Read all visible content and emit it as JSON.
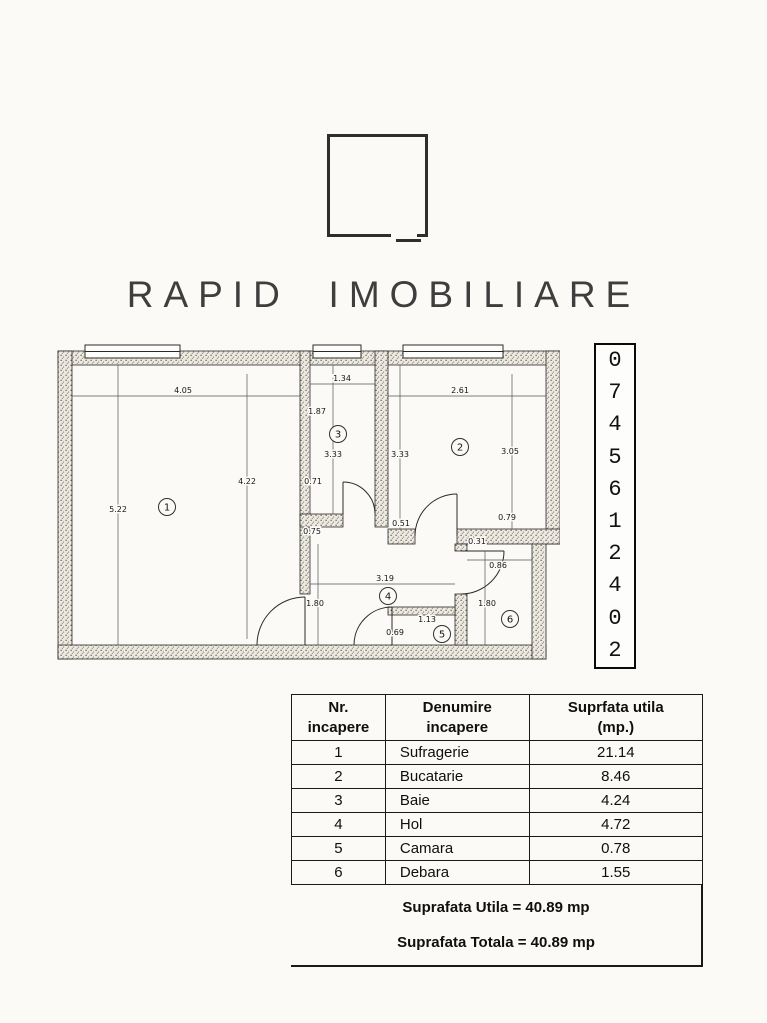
{
  "brand": {
    "title": "RAPID IMOBILIARE"
  },
  "phone": {
    "digits": [
      "0",
      "7",
      "4",
      "5",
      "6",
      "1",
      "2",
      "4",
      "0",
      "2"
    ]
  },
  "colors": {
    "ink": "#2a2a2a",
    "paper": "#fbfaf6"
  },
  "plan": {
    "room_numbers": [
      "1",
      "2",
      "3",
      "4",
      "5",
      "6"
    ],
    "dims": {
      "sufragerie_width": "4.05",
      "sufragerie_height": "5.22",
      "sufragerie_inner_height": "4.22",
      "baie_width": "1.34",
      "baie_upper_height": "1.87",
      "baie_height": "3.33",
      "bucatarie_width": "2.61",
      "bucatarie_left_height": "3.33",
      "bucatarie_right_height": "3.05",
      "kitchen_door_offset": "0.79",
      "niche_a": "0.71",
      "niche_b": "0.75",
      "niche_c": "0.51",
      "hol_width": "3.19",
      "hol_height": "1.80",
      "debara_height": "1.80",
      "debara_width": "0.86",
      "wall_offset": "0.31",
      "camara_width": "1.13",
      "camara_height": "0.69"
    }
  },
  "table": {
    "headers": [
      "Nr.\nincapere",
      "Denumire\nincapere",
      "Suprfata utila\n(mp.)"
    ],
    "rows": [
      {
        "nr": "1",
        "name": "Sufragerie",
        "area": "21.14"
      },
      {
        "nr": "2",
        "name": "Bucatarie",
        "area": "8.46"
      },
      {
        "nr": "3",
        "name": "Baie",
        "area": "4.24"
      },
      {
        "nr": "4",
        "name": "Hol",
        "area": "4.72"
      },
      {
        "nr": "5",
        "name": "Camara",
        "area": "0.78"
      },
      {
        "nr": "6",
        "name": "Debara",
        "area": "1.55"
      }
    ],
    "total_utila": "Suprafata Utila = 40.89 mp",
    "total_totala": "Suprafata Totala = 40.89 mp"
  }
}
